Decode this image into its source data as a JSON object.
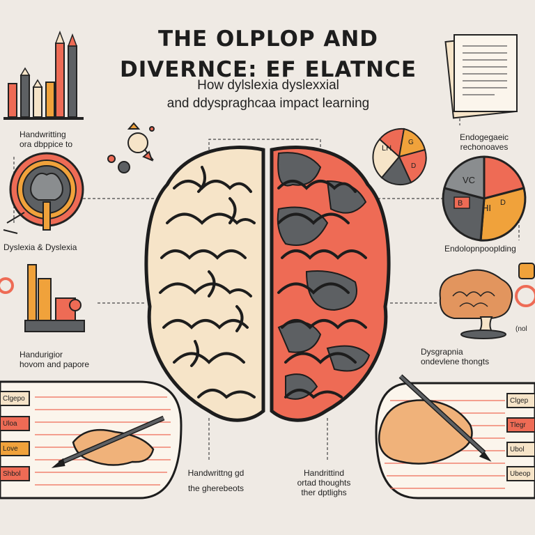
{
  "header": {
    "title_line1": "THE OLPLOP AND",
    "title_line2": "DIVERNCE: EF ELATNCE",
    "subtitle_line1": "How dylslexia dyslexxial",
    "subtitle_line2": "and ddyspraghcaa impact learning"
  },
  "left_labels": {
    "handwriting_line1": "Handwritting",
    "handwriting_line2": "ora dbppice to",
    "dyslexia": "Dyslexia & Dyslexia",
    "handurigior_line1": "Handurigior",
    "handurigior_line2": "hovom and papore"
  },
  "right_labels": {
    "endogeo_line1": "Endogegaeic",
    "endogeo_line2": "rechonoaves",
    "endolop": "Endolopnpooplding",
    "dysgraphia_line1": "Dysgrapnia",
    "dysgraphia_line2": "ondevlene thongts",
    "side_note": "(nol"
  },
  "pie_labels": {
    "vc": "VC",
    "b": "B",
    "hi": "HI",
    "d": "D"
  },
  "small_pie_labels": {
    "lh": "LH",
    "g": "G",
    "d": "D"
  },
  "bottom_labels": {
    "center_left_line1": "Handwrittng gd",
    "center_left_line2": "the gherebeots",
    "center_right_line1": "Handrittind",
    "center_right_line2": "ortad thoughts",
    "center_right_line3": "ther dptlighs"
  },
  "left_rows": [
    "Clgepo",
    "Uloa",
    "Love",
    "Shbol"
  ],
  "right_rows": [
    "Clgep",
    "Tlegr",
    "Ubol",
    "Ubeop"
  ],
  "colors": {
    "background": "#efeae4",
    "coral": "#ee6b55",
    "slate": "#5d6063",
    "cream": "#f6e4c8",
    "orange": "#f0a23b",
    "outline": "#1d1d1d"
  }
}
